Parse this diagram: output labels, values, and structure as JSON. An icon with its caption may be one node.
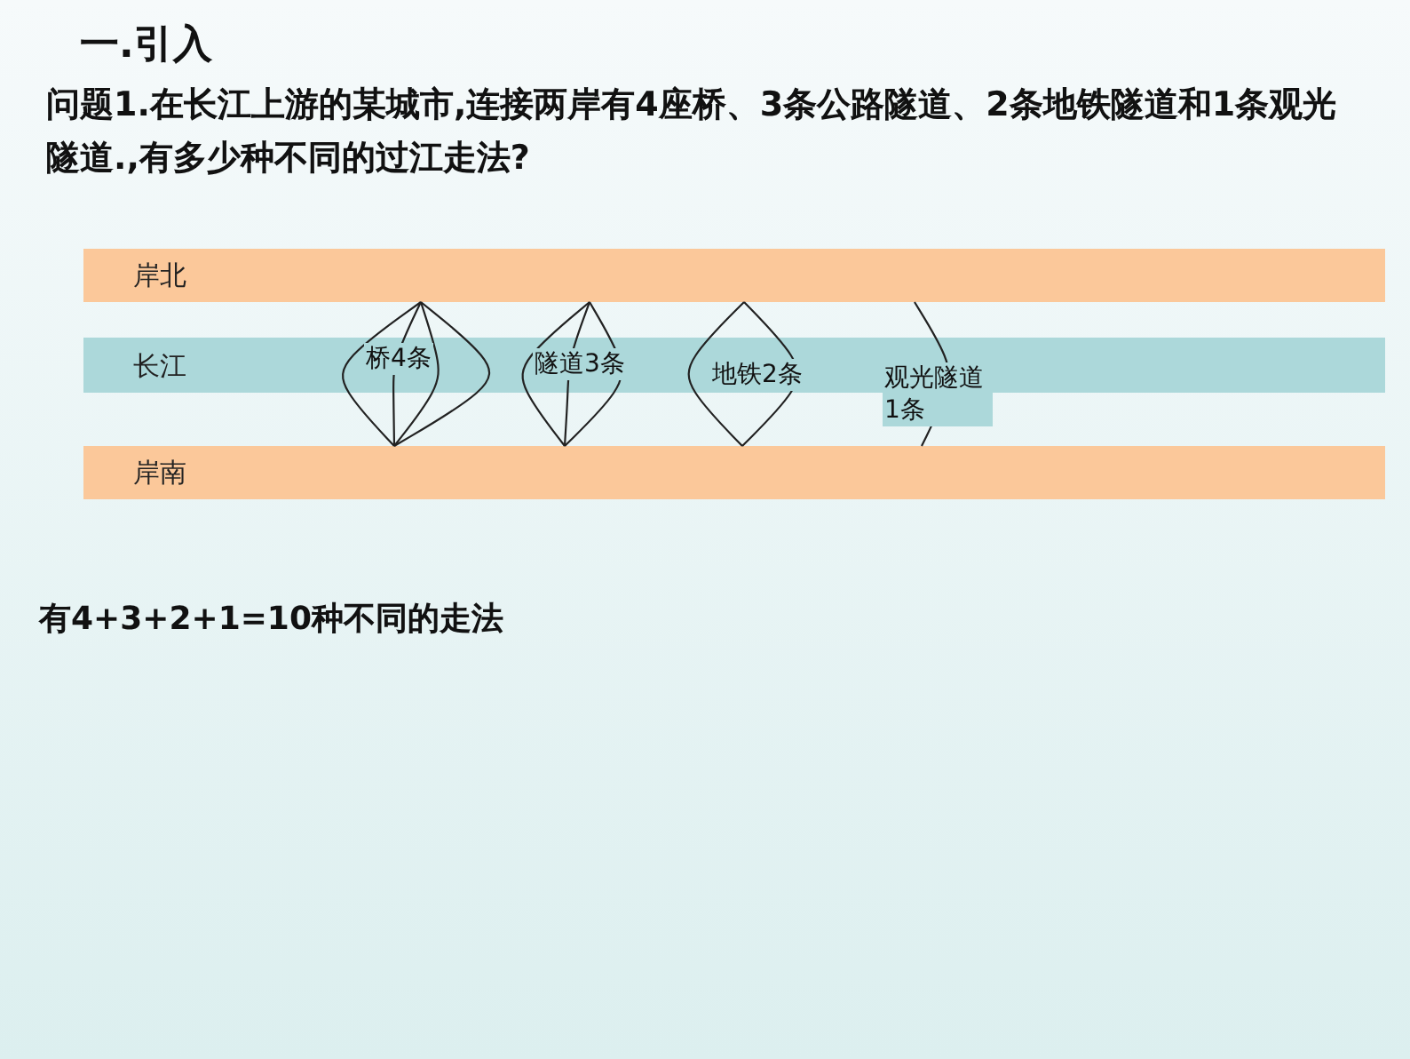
{
  "diagram": {
    "title": "一.引入",
    "nodes": [
      {
        "text": [
          "岸北"
        ]
      },
      {
        "text": [
          "岸南"
        ]
      }
    ],
    "edges": [
      {
        "from": 0,
        "to": 1,
        "arrow": "none",
        "label": "桥4条"
      },
      {
        "from": 0,
        "to": 1,
        "arrow": "none"
      },
      {
        "from": 0,
        "to": 1,
        "arrow": "none"
      },
      {
        "from": 0,
        "to": 1,
        "arrow": "none"
      },
      {
        "from": 0,
        "to": 1,
        "arrow": "none",
        "label": "隧道3条"
      },
      {
        "from": 0,
        "to": 1,
        "arrow": "none"
      },
      {
        "from": 0,
        "to": 1,
        "arrow": "none"
      },
      {
        "from": 0,
        "to": 1,
        "arrow": "none",
        "label": "地铁2条"
      },
      {
        "from": 0,
        "to": 1,
        "arrow": "none"
      },
      {
        "from": 0,
        "to": 1,
        "arrow": "none",
        "label": "观光隧道1条"
      }
    ],
    "labels": [
      "问题1.在长江上游的某城市,连接两岸有4座桥、3条公路隧道、2条地铁隧道和1条观光隧道.,有多少种不同的过江走法?",
      "长江",
      "有4+3+2+1=10种不同的走法"
    ]
  }
}
